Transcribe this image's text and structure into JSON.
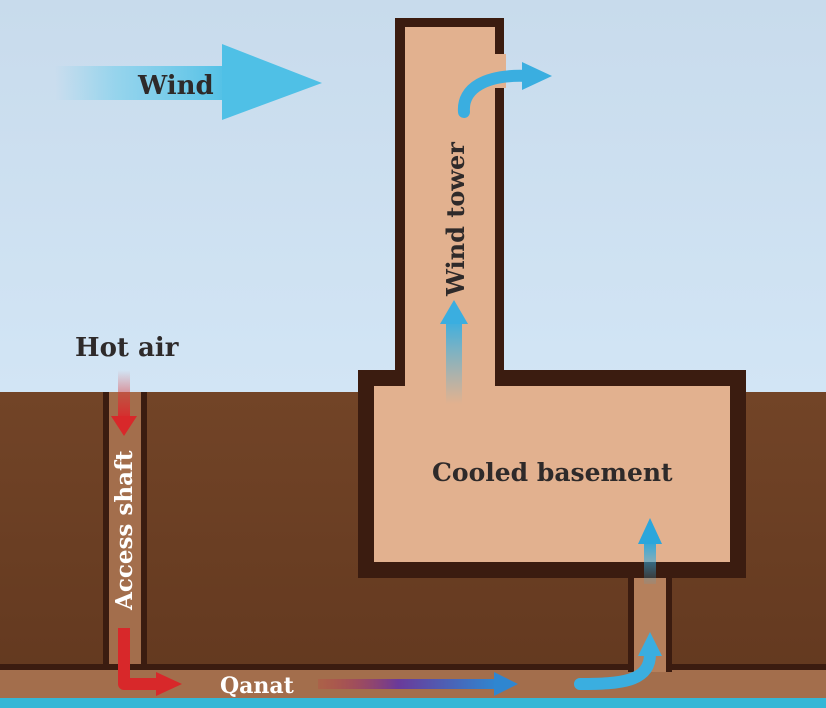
{
  "labels": {
    "wind": "Wind",
    "wind_tower": "Wind tower",
    "hot_air": "Hot air",
    "access_shaft": "Access shaft",
    "cooled_basement": "Cooled basement",
    "qanat": "Qanat"
  },
  "colors": {
    "sky_top": "#c9dced",
    "sky_bottom": "#cfe3f4",
    "earth": "#6b3e22",
    "earth_dark": "#5a3119",
    "wall": "#3b1c10",
    "interior": "#e2b18f",
    "water": "#34b7d6",
    "cool_air": "#2ea8d8",
    "hot_air": "#d92b2b",
    "text_dark": "#2e2a2a",
    "text_light": "#ffffff"
  }
}
